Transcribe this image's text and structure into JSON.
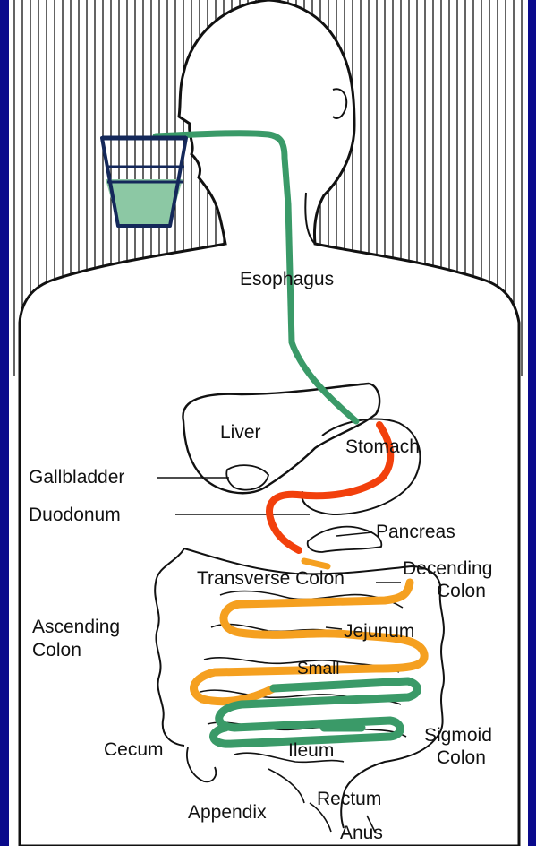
{
  "colors": {
    "background": "#0a0a8c",
    "panel": "#ffffff",
    "outline": "#111111",
    "water_path": "#3a9a68",
    "stomach_path": "#f2400c",
    "colon_path": "#f5a020",
    "cup_outline": "#14285a",
    "cup_water": "#8cc8a4"
  },
  "labels": {
    "esophagus": "Esophagus",
    "liver": "Liver",
    "stomach": "Stomach",
    "gallbladder": "Gallbladder",
    "duodonum": "Duodonum",
    "pancreas": "Pancreas",
    "transverse_colon": "Transverse Colon",
    "decending_colon_1": "Decending",
    "decending_colon_2": "Colon",
    "ascending_colon_1": "Ascending",
    "ascending_colon_2": "Colon",
    "jejunum": "Jejunum",
    "small": "Small",
    "sigmoid_colon_1": "Sigmoid",
    "sigmoid_colon_2": "Colon",
    "cecum": "Cecum",
    "ileum": "Ileum",
    "appendix": "Appendix",
    "rectum": "Rectum",
    "anus": "Anus"
  },
  "icons": {
    "cup": "water-cup-icon"
  }
}
